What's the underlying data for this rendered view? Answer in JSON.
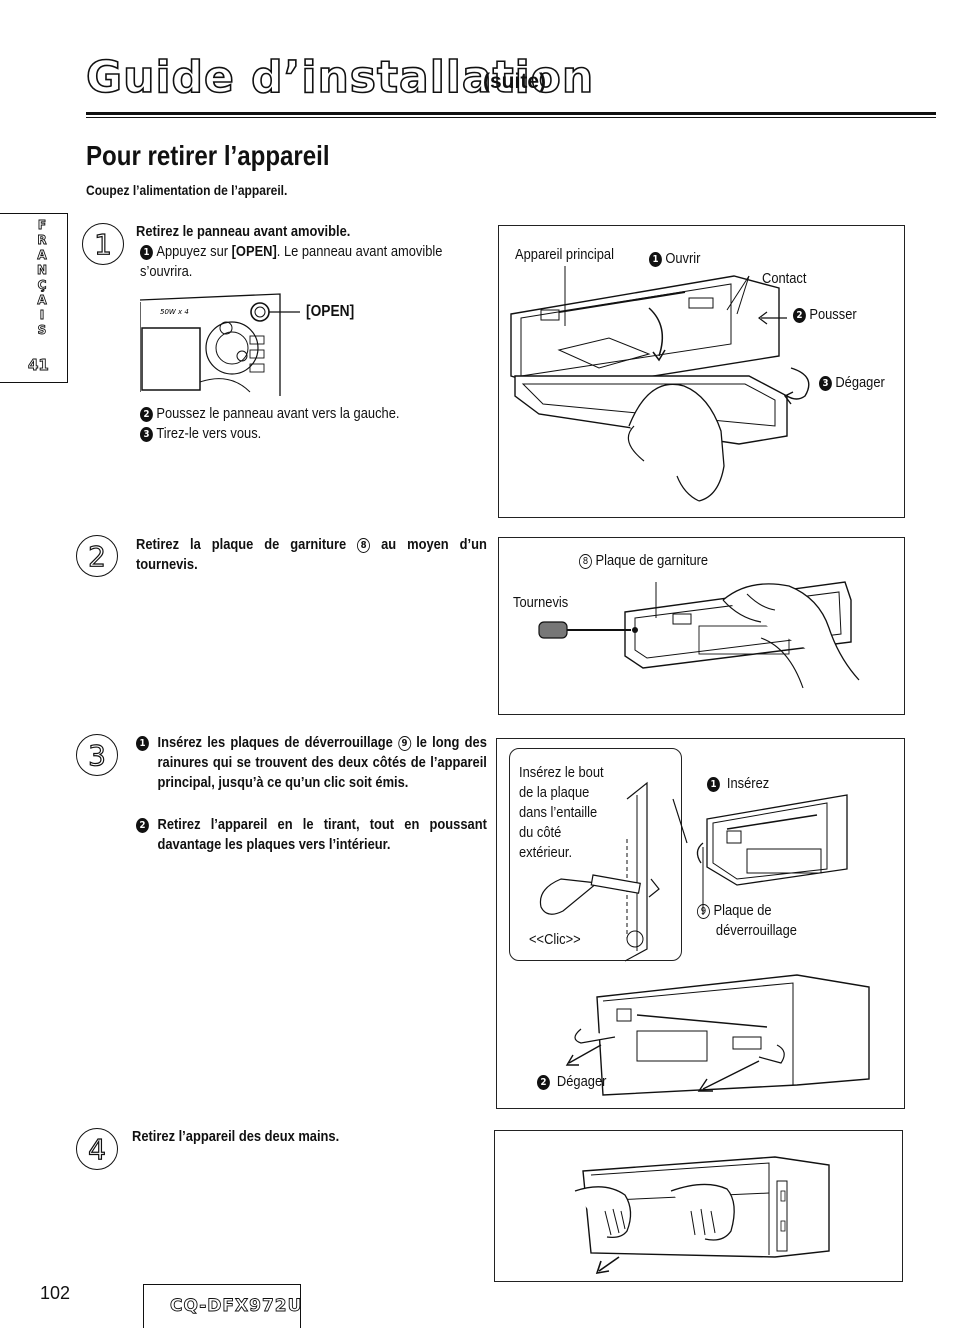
{
  "header": {
    "title": "Guide d’installation",
    "suite": "(suite)"
  },
  "section": {
    "title": "Pour retirer l’appareil",
    "subtitle": "Coupez l’alimentation de l’appareil."
  },
  "side_tab": {
    "letters": [
      "F",
      "R",
      "A",
      "N",
      "Ç",
      "A",
      "I",
      "S"
    ],
    "page": "41"
  },
  "step1": {
    "num": "1",
    "heading": "Retirez le panneau avant amovible.",
    "item1_num": "1",
    "item1_pre": "Appuyez sur ",
    "item1_key": "[OPEN]",
    "item1_post": ". Le panneau avant amovible s’ouvrira.",
    "open_label": "[OPEN]",
    "device_text": "50W x 4",
    "item2_num": "2",
    "item2": "Poussez le panneau avant vers la gauche.",
    "item3_num": "3",
    "item3": "Tirez-le vers vous.",
    "fig": {
      "main_unit": "Appareil principal",
      "open_num": "1",
      "open": "Ouvrir",
      "contact": "Contact",
      "push_num": "2",
      "push": "Pousser",
      "release_num": "3",
      "release": "Dégager"
    }
  },
  "step2": {
    "num": "2",
    "heading_a": "Retirez la plaque de garniture ",
    "heading_ref": "8",
    "heading_b": " au moyen d’un tournevis.",
    "fig": {
      "trim_ref": "8",
      "trim": "Plaque de garniture",
      "screwdriver": "Tournevis"
    }
  },
  "step3": {
    "num": "3",
    "item1_num": "1",
    "item1_a": "Insérez les plaques de déverrouillage ",
    "item1_ref": "9",
    "item1_b": " le long des rainures qui se trouvent des deux côtés de l’appareil principal, jusqu’à ce qu’un clic soit émis.",
    "item2_num": "2",
    "item2": "Retirez l’appareil en le tirant, tout en poussant davantage les plaques vers l’intérieur.",
    "fig": {
      "inset_lines": [
        "Insérez le bout",
        "de la plaque",
        "dans l’entaille",
        "du côté",
        "extérieur."
      ],
      "click": "<<Clic>>",
      "insert_num": "1",
      "insert": "Insérez",
      "plate_ref": "9",
      "plate_line1": "Plaque de",
      "plate_line2": "déverrouillage",
      "release_num": "2",
      "release": "Dégager"
    }
  },
  "step4": {
    "num": "4",
    "heading": "Retirez l’appareil des deux mains."
  },
  "footer": {
    "page": "102",
    "model": "CQ-DFX972U"
  }
}
